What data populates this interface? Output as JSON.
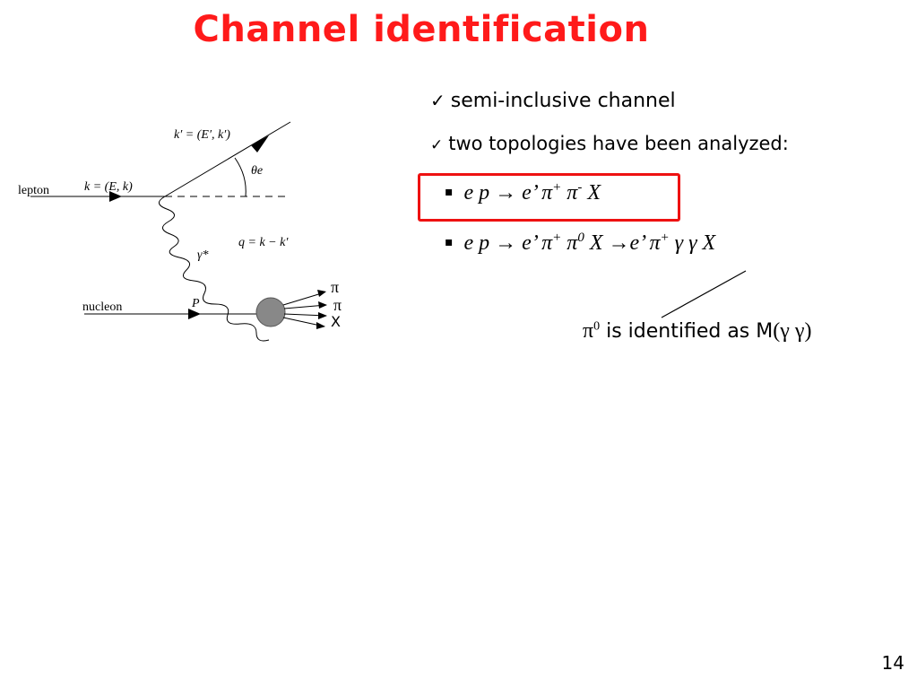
{
  "slide": {
    "title": "Channel identification",
    "page_number": "14"
  },
  "checks": [
    {
      "mark": "✓",
      "text": "semi-inclusive channel"
    },
    {
      "mark": "✓",
      "text": "two topologies have been analyzed:"
    }
  ],
  "topologies": [
    {
      "bullet": "▪",
      "t1": "e p",
      "arrow": "→",
      "t2": "e’ π",
      "s1": "+",
      "t3": "π",
      "s2": "-",
      "t4": "X"
    },
    {
      "bullet": "▪",
      "t1": "e p",
      "arrow": "→",
      "t2": "e’ π",
      "s1": "+",
      "t3": "π",
      "s2": "0",
      "t4": "X",
      "arrow2": "→",
      "t5": "e’ π",
      "s3": "+",
      "t6": "γ γ X"
    }
  ],
  "note": {
    "pi": "π",
    "sup": "0",
    "text": " is identified as M",
    "paren": "(γ γ)"
  },
  "diagram": {
    "lepton_label": "lepton",
    "nucleon_label": "nucleon",
    "k_prime_label": "k′ = (E′, k′)",
    "k_label": "k = (E, k)",
    "theta_label": "θe",
    "q_label": "q = k − k′",
    "gamma_label": "γ*",
    "p_label": "P",
    "out1": "π",
    "out2": "π",
    "out3": "X"
  }
}
